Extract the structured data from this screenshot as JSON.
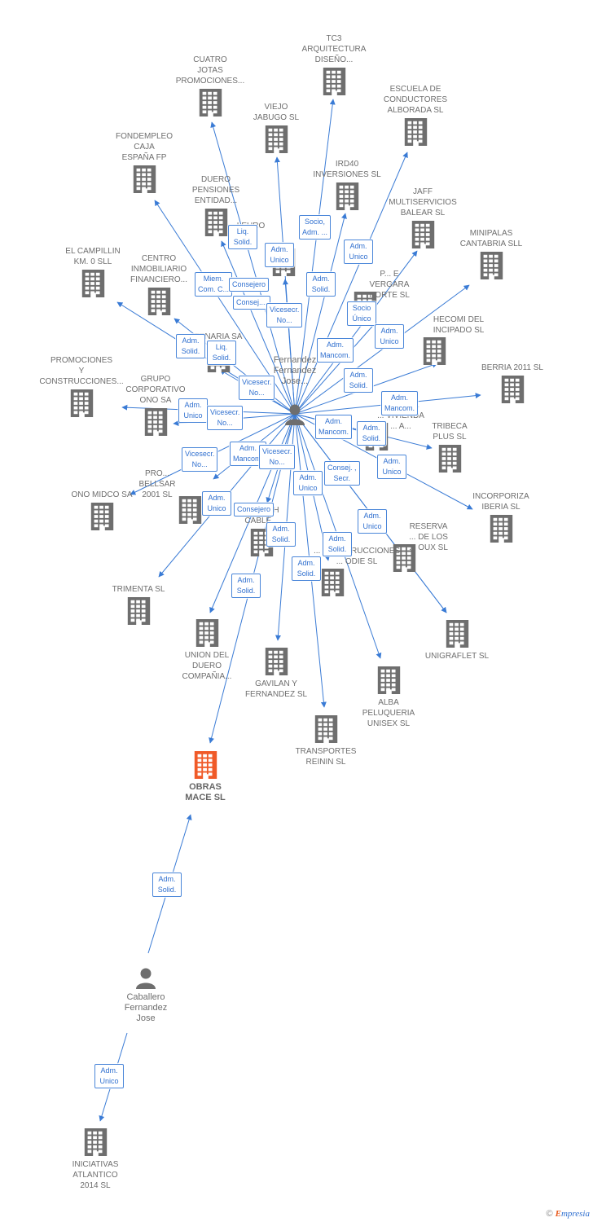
{
  "nodes": [
    {
      "id": "tc3",
      "label": "TC3\nARQUITECTURA\nDISEÑO...",
      "kind": "company"
    },
    {
      "id": "cuatro",
      "label": "CUATRO\nJOTAS\nPROMOCIONES...",
      "kind": "company"
    },
    {
      "id": "escuela",
      "label": "ESCUELA DE\nCONDUCTORES\nALBORADA SL",
      "kind": "company"
    },
    {
      "id": "viejo",
      "label": "VIEJO\nJABUGO  SL",
      "kind": "company"
    },
    {
      "id": "fondempleo",
      "label": "FONDEMPLEO\nCAJA\nESPAÑA FP",
      "kind": "company"
    },
    {
      "id": "ird40",
      "label": "IRD40\nINVERSIONES SL",
      "kind": "company"
    },
    {
      "id": "duero_pen",
      "label": "DUERO\nPENSIONES\nENTIDAD...",
      "kind": "company"
    },
    {
      "id": "jaff",
      "label": "JAFF\nMULTISERVICIOS\nBALEAR SL",
      "kind": "company"
    },
    {
      "id": "leuro",
      "label": "LEURO",
      "kind": "company"
    },
    {
      "id": "minipalas",
      "label": "MINIPALAS\nCANTABRIA SLL",
      "kind": "company"
    },
    {
      "id": "campillin",
      "label": "EL CAMPILLIN\nKM.  0 SLL",
      "kind": "company"
    },
    {
      "id": "centro",
      "label": "CENTRO\nINMOBILIARIO\nFINANCIERO...",
      "kind": "company"
    },
    {
      "id": "vergara",
      "label": "P... E\nVERGARA\nNORTE SL",
      "kind": "company"
    },
    {
      "id": "hecomi",
      "label": "HECOMI DEL\nINCIPADO SL",
      "kind": "company"
    },
    {
      "id": "tenaria",
      "label": "TENARIA SA",
      "kind": "company"
    },
    {
      "id": "promociones",
      "label": "PROMOCIONES\nY\nCONSTRUCCIONES...",
      "kind": "company"
    },
    {
      "id": "berria",
      "label": "BERRIA 2011 SL",
      "kind": "company"
    },
    {
      "id": "grupo",
      "label": "GRUPO\nCORPORATIVO\nONO SA",
      "kind": "company"
    },
    {
      "id": "promo_viv",
      "label": "PROMO...\n... VIVIENDA\n... A...",
      "kind": "company"
    },
    {
      "id": "tribeca",
      "label": "TRIBECA\nPLUS SL",
      "kind": "company"
    },
    {
      "id": "bellsar",
      "label": "PRO...\nBELLSAR\n2001 SL",
      "kind": "company"
    },
    {
      "id": "ono_midco",
      "label": "ONO MIDCO SA",
      "kind": "company"
    },
    {
      "id": "incorporiza",
      "label": "INCORPORIZA\nIBERIA SL",
      "kind": "company"
    },
    {
      "id": "spanish",
      "label": "SPANISH\nCABLE...",
      "kind": "company"
    },
    {
      "id": "reserva",
      "label": "RESERVA\n... DE LOS\n... OUX SL",
      "kind": "company"
    },
    {
      "id": "constr",
      "label": "... CONSTRUCCIONES\n... ODIE SL",
      "kind": "company"
    },
    {
      "id": "trimenta",
      "label": "TRIMENTA SL",
      "kind": "company"
    },
    {
      "id": "union",
      "label": "UNION DEL\nDUERO\nCOMPAÑIA...",
      "kind": "company"
    },
    {
      "id": "unigraflet",
      "label": "UNIGRAFLET SL",
      "kind": "company"
    },
    {
      "id": "gavilan",
      "label": "GAVILAN Y\nFERNANDEZ  SL",
      "kind": "company"
    },
    {
      "id": "alba",
      "label": "ALBA\nPELUQUERIA\nUNISEX SL",
      "kind": "company"
    },
    {
      "id": "transportes",
      "label": "TRANSPORTES\nREININ SL",
      "kind": "company"
    },
    {
      "id": "obras",
      "label": "OBRAS\nMACE SL",
      "kind": "main"
    },
    {
      "id": "person_center",
      "label": "Fernandez\nFernandez\nJose...",
      "kind": "person"
    },
    {
      "id": "caballero",
      "label": "Caballero\nFernandez\nJose",
      "kind": "person"
    },
    {
      "id": "iniciativas",
      "label": "INICIATIVAS\nATLANTICO\n2014  SL",
      "kind": "company"
    }
  ],
  "relations": [
    {
      "id": "r_liq1",
      "label": "Liq.\nSolid."
    },
    {
      "id": "r_socio1",
      "label": "Socio,\nAdm. ..."
    },
    {
      "id": "r_admu1",
      "label": "Adm.\nUnico"
    },
    {
      "id": "r_admu2",
      "label": "Adm.\nUnico"
    },
    {
      "id": "r_miem",
      "label": "Miem.\nCom. C..."
    },
    {
      "id": "r_consej1",
      "label": "Consejero"
    },
    {
      "id": "r_consej2",
      "label": "Consej...."
    },
    {
      "id": "r_vicesec1",
      "label": "Vicesecr.\nNo..."
    },
    {
      "id": "r_admsol1",
      "label": "Adm.\nSolid."
    },
    {
      "id": "r_socunico",
      "label": "Socio\nÚnico"
    },
    {
      "id": "r_admu3",
      "label": "Adm.\nUnico"
    },
    {
      "id": "r_admsol2",
      "label": "Adm.\nSolid."
    },
    {
      "id": "r_liq2",
      "label": "Liq.\nSolid."
    },
    {
      "id": "r_mancom1",
      "label": "Adm.\nMancom."
    },
    {
      "id": "r_vicesec2",
      "label": "Vicesecr.\nNo..."
    },
    {
      "id": "r_admsol3",
      "label": "Adm.\nSolid."
    },
    {
      "id": "r_admu4",
      "label": "Adm.\nUnico"
    },
    {
      "id": "r_vicesec3",
      "label": "Vicesecr.\nNo..."
    },
    {
      "id": "r_mancom2",
      "label": "Adm.\nMancom."
    },
    {
      "id": "r_mancom3",
      "label": "Adm.\nMancom."
    },
    {
      "id": "r_admsol4",
      "label": "Adm.\nSolid."
    },
    {
      "id": "r_vicesec4",
      "label": "Vicesecr.\nNo..."
    },
    {
      "id": "r_mancom4",
      "label": "Adm.\nMancom."
    },
    {
      "id": "r_vicesec5",
      "label": "Vicesecr.\nNo..."
    },
    {
      "id": "r_consejsec",
      "label": "Consej. ,\nSecr."
    },
    {
      "id": "r_admu5",
      "label": "Adm.\nUnico"
    },
    {
      "id": "r_admu6",
      "label": "Adm.\nUnico"
    },
    {
      "id": "r_admu7",
      "label": "Adm.\nUnico"
    },
    {
      "id": "r_consej3",
      "label": "Consejero"
    },
    {
      "id": "r_admsol5",
      "label": "Adm.\nSolid."
    },
    {
      "id": "r_admu8",
      "label": "Adm.\nUnico"
    },
    {
      "id": "r_admsol6",
      "label": "Adm.\nSolid."
    },
    {
      "id": "r_admsol7",
      "label": "Adm.\nSolid."
    },
    {
      "id": "r_admsol8",
      "label": "Adm.\nSolid."
    },
    {
      "id": "r_admsol_obras",
      "label": "Adm.\nSolid."
    },
    {
      "id": "r_admu_inic",
      "label": "Adm.\nUnico"
    }
  ],
  "brand": {
    "copyright": "©",
    "name_first": "E",
    "name_rest": "mpresia"
  },
  "colors": {
    "edge": "#3a7bd5",
    "company_icon": "#6e6e6e",
    "main_icon": "#f05a28",
    "person_icon": "#6e6e6e",
    "relation_text": "#2f6fcf"
  }
}
